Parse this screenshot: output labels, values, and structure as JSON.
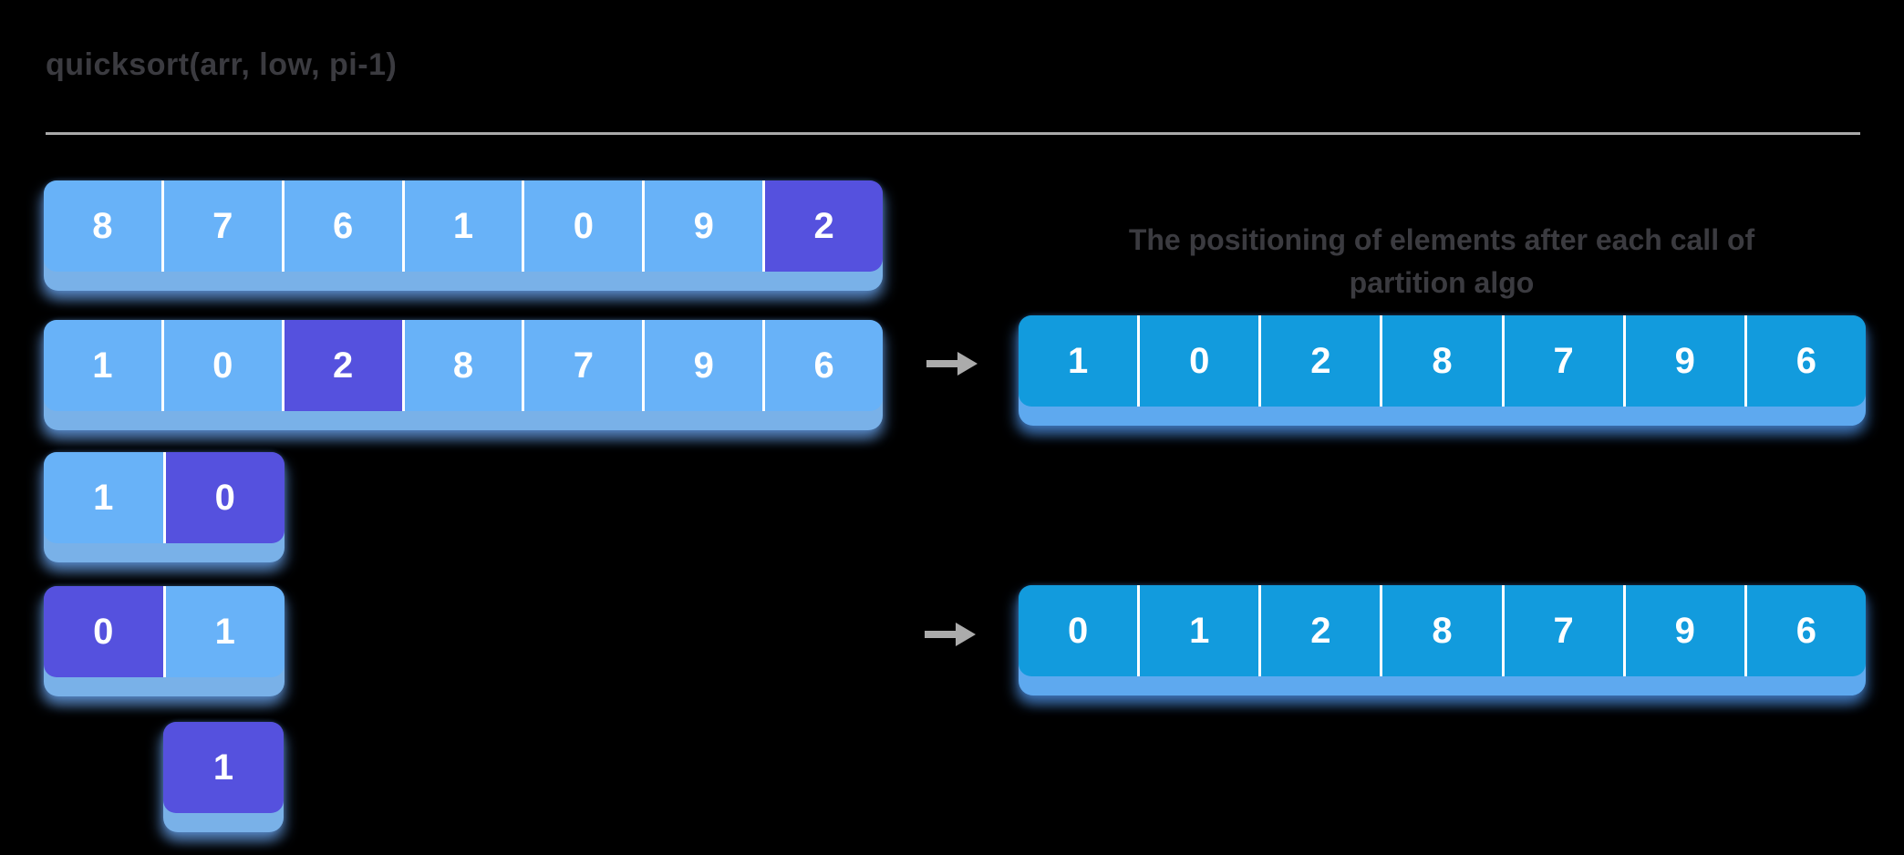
{
  "page": {
    "title": "quicksort(arr, low, pi-1)"
  },
  "heading": {
    "line1": "The positioning of elements after each call of",
    "line2": "partition algo"
  },
  "icons": {
    "flow_arrow": "right-arrow-icon"
  },
  "colors": {
    "background": "#000000",
    "text_dark": "#3b3b40",
    "line_gray": "#a9a9a9",
    "arrow_gray": "#ababab",
    "light_blue": "#68b2f8",
    "purple": "#5551de",
    "teal_blue": "#129bdd",
    "lip_left": "#79b1e8",
    "lip_right": "#5ea9ef",
    "cell_text": "#ffffff"
  },
  "left_rows": [
    {
      "values": [
        "8",
        "7",
        "6",
        "1",
        "0",
        "9",
        "2"
      ],
      "highlight_index": 6
    },
    {
      "values": [
        "1",
        "0",
        "2",
        "8",
        "7",
        "9",
        "6"
      ],
      "highlight_index": 2
    },
    {
      "values": [
        "1",
        "0"
      ],
      "highlight_index": 1
    },
    {
      "values": [
        "0",
        "1"
      ],
      "highlight_index": 0
    },
    {
      "values": [
        "1"
      ],
      "highlight_index": 0
    }
  ],
  "right_rows": [
    {
      "values": [
        "1",
        "0",
        "2",
        "8",
        "7",
        "9",
        "6"
      ]
    },
    {
      "values": [
        "0",
        "1",
        "2",
        "8",
        "7",
        "9",
        "6"
      ]
    }
  ]
}
